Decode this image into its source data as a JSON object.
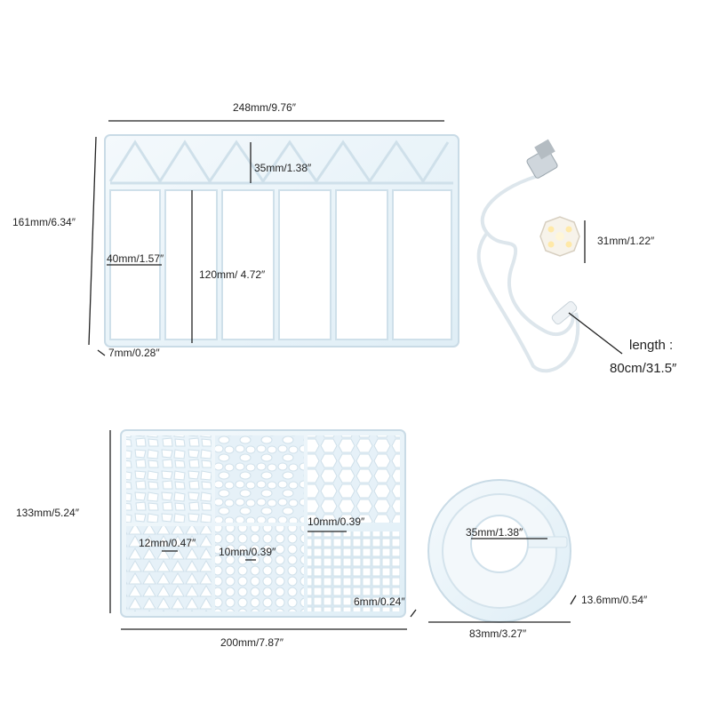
{
  "mold1": {
    "width_label": "248mm/9.76″",
    "height_label": "161mm/6.34″",
    "triangle_label": "35mm/1.38″",
    "slot_width_label": "40mm/1.57″",
    "slot_height_label": "120mm/ 4.72″",
    "depth_label": "7mm/0.28″"
  },
  "light": {
    "diameter_label": "31mm/1.22″",
    "length_title": "length :",
    "length_value": "80cm/31.5″"
  },
  "mold2": {
    "height_label": "133mm/5.24″",
    "width_label": "200mm/7.87″",
    "cell1_label": "10mm/0.39″",
    "triangle_label": "12mm/0.47″",
    "hex_label": "10mm/0.39″",
    "square_label": "6mm/0.24″"
  },
  "mold3": {
    "inner_label": "35mm/1.38″",
    "width_label": "83mm/3.27″",
    "depth_label": "13.6mm/0.54″"
  },
  "colors": {
    "mold": "#e9f3f9",
    "mold_edge": "#c9dbe6",
    "line": "#222222"
  }
}
